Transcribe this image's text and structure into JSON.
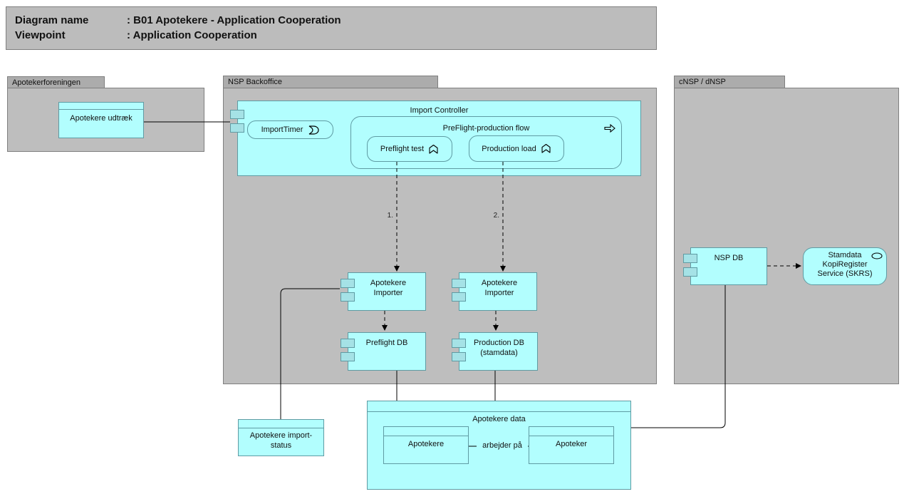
{
  "colors": {
    "element_fill": "#b2fefe",
    "element_border": "#5f9ba3",
    "port_fill": "#a5e2e6",
    "group_tab_fill": "#acacac",
    "group_body_fill": "#bebebe",
    "group_border": "#7f7f7f",
    "title_block_fill": "#bcbcbc",
    "connector": "#000000",
    "background": "#ffffff"
  },
  "title_block": {
    "row1_label": "Diagram name",
    "row1_value": ": B01 Apotekere - Application Cooperation",
    "row2_label": "Viewpoint",
    "row2_value": ": Application Cooperation"
  },
  "groups": {
    "apotekerforeningen": {
      "label": "Apotekerforeningen"
    },
    "nsp_backoffice": {
      "label": "NSP Backoffice"
    },
    "cnsp_dnsp": {
      "label": "cNSP / dNSP"
    }
  },
  "elements": {
    "apotekere_udtraek": {
      "label": "Apotekere udtræk",
      "type": "data-object"
    },
    "import_controller": {
      "label": "Import Controller",
      "type": "application-component"
    },
    "import_timer": {
      "label": "ImportTimer",
      "type": "application-event",
      "icon": "event-icon"
    },
    "preflight_production_flow": {
      "label": "PreFlight-production flow",
      "type": "application-process",
      "icon": "process-arrow-icon"
    },
    "preflight_test": {
      "label": "Preflight test",
      "type": "application-function",
      "icon": "function-icon"
    },
    "production_load": {
      "label": "Production load",
      "type": "application-function",
      "icon": "function-icon"
    },
    "apotekere_importer_1": {
      "label": "Apotekere Importer",
      "type": "application-component"
    },
    "apotekere_importer_2": {
      "label": "Apotekere Importer",
      "type": "application-component"
    },
    "preflight_db": {
      "label": "Preflight DB",
      "type": "application-component"
    },
    "production_db": {
      "label": "Production DB (stamdata)",
      "type": "application-component"
    },
    "nsp_db": {
      "label": "NSP DB",
      "type": "application-component"
    },
    "skrs": {
      "label": "Stamdata KopiRegister Service (SKRS)",
      "type": "application-service",
      "icon": "service-ellipse-icon"
    },
    "apotekere_import_status": {
      "label": "Apotekere import-status",
      "type": "data-object"
    },
    "apotekere_data": {
      "label": "Apotekere data",
      "type": "data-object"
    },
    "apotekere": {
      "label": "Apotekere",
      "type": "data-object"
    },
    "apoteker": {
      "label": "Apoteker",
      "type": "data-object"
    }
  },
  "connector_labels": {
    "step1": "1.",
    "step2": "2.",
    "arbejder_pa": "arbejder på"
  },
  "connections": [
    {
      "from": "apotekere_udtraek",
      "to": "import_controller",
      "style": "solid"
    },
    {
      "from": "preflight_test",
      "to": "apotekere_importer_1",
      "style": "dashed-arrow",
      "label": "1."
    },
    {
      "from": "production_load",
      "to": "apotekere_importer_2",
      "style": "dashed-arrow",
      "label": "2."
    },
    {
      "from": "apotekere_importer_1",
      "to": "preflight_db",
      "style": "dashed-arrow"
    },
    {
      "from": "apotekere_importer_2",
      "to": "production_db",
      "style": "dashed-arrow"
    },
    {
      "from": "preflight_db",
      "to": "apotekere_data",
      "style": "solid"
    },
    {
      "from": "production_db",
      "to": "apotekere_data",
      "style": "solid"
    },
    {
      "from": "apotekere_importer_1",
      "to": "apotekere_import_status",
      "style": "solid"
    },
    {
      "from": "apotekere_data",
      "to": "nsp_db",
      "style": "solid"
    },
    {
      "from": "nsp_db",
      "to": "skrs",
      "style": "dashed-arrow"
    },
    {
      "from": "apotekere",
      "to": "apoteker",
      "style": "solid",
      "label": "arbejder på"
    }
  ]
}
